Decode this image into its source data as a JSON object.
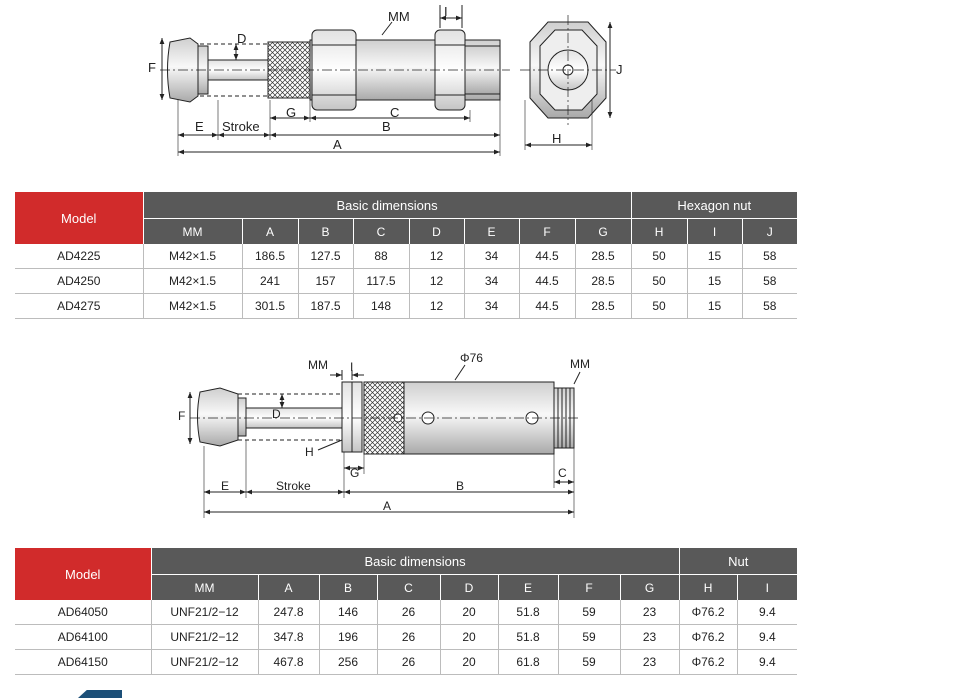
{
  "drawing1": {
    "labels": {
      "MM": "MM",
      "I": "I",
      "D": "D",
      "F": "F",
      "G": "G",
      "C": "C",
      "E": "E",
      "Stroke": "Stroke",
      "B": "B",
      "A": "A",
      "J": "J",
      "H": "H"
    }
  },
  "table1": {
    "model_header": "Model",
    "group_headers": [
      "Basic dimensions",
      "Hexagon nut"
    ],
    "columns": [
      "MM",
      "A",
      "B",
      "C",
      "D",
      "E",
      "F",
      "G",
      "H",
      "I",
      "J"
    ],
    "rows": [
      [
        "AD4225",
        "M42×1.5",
        "186.5",
        "127.5",
        "88",
        "12",
        "34",
        "44.5",
        "28.5",
        "50",
        "15",
        "58"
      ],
      [
        "AD4250",
        "M42×1.5",
        "241",
        "157",
        "117.5",
        "12",
        "34",
        "44.5",
        "28.5",
        "50",
        "15",
        "58"
      ],
      [
        "AD4275",
        "M42×1.5",
        "301.5",
        "187.5",
        "148",
        "12",
        "34",
        "44.5",
        "28.5",
        "50",
        "15",
        "58"
      ]
    ]
  },
  "drawing2": {
    "labels": {
      "MM_left": "MM",
      "I": "I",
      "phi76": "Φ76",
      "MM_right": "MM",
      "F": "F",
      "D": "D",
      "H": "H",
      "G": "G",
      "C": "C",
      "E": "E",
      "Stroke": "Stroke",
      "B": "B",
      "A": "A"
    }
  },
  "table2": {
    "model_header": "Model",
    "group_headers": [
      "Basic dimensions",
      "Nut"
    ],
    "columns": [
      "MM",
      "A",
      "B",
      "C",
      "D",
      "E",
      "F",
      "G",
      "H",
      "I"
    ],
    "rows": [
      [
        "AD64050",
        "UNF21/2−12",
        "247.8",
        "146",
        "26",
        "20",
        "51.8",
        "59",
        "23",
        "Φ76.2",
        "9.4"
      ],
      [
        "AD64100",
        "UNF21/2−12",
        "347.8",
        "196",
        "26",
        "20",
        "51.8",
        "59",
        "23",
        "Φ76.2",
        "9.4"
      ],
      [
        "AD64150",
        "UNF21/2−12",
        "467.8",
        "256",
        "26",
        "20",
        "61.8",
        "59",
        "23",
        "Φ76.2",
        "9.4"
      ]
    ]
  }
}
